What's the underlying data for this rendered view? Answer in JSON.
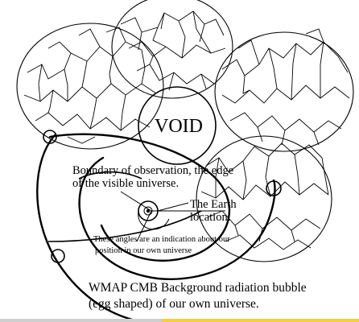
{
  "diagram": {
    "labels": {
      "void": "VOID",
      "boundary_line1": "Boundary of observation, the edge",
      "boundary_line2": "of the visible universe.",
      "earth_line1": "The Earth",
      "earth_line2": "location.",
      "angles_line1": "These angles are an indication about our",
      "angles_line2": "position in our own universe",
      "wmap_line1": "WMAP CMB Background radiation bubble",
      "wmap_line2": "(egg shaped) of our own universe."
    },
    "colors": {
      "ink": "#000000",
      "background": "#ffffff",
      "highlight_strip": "#f4d03f"
    }
  }
}
